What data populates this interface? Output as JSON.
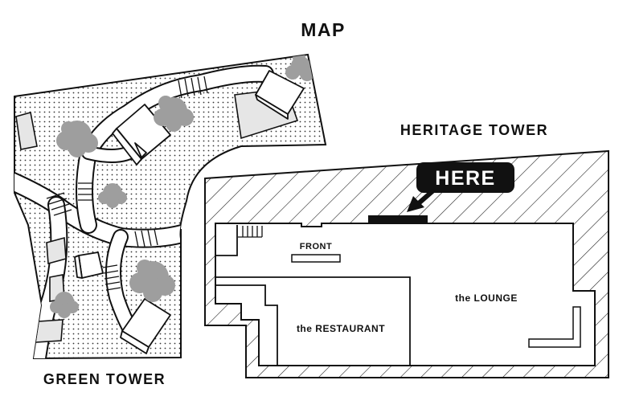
{
  "title": "MAP",
  "labels": {
    "heritage_tower": "HERITAGE TOWER",
    "green_tower": "GREEN TOWER",
    "you_are_here": "HERE",
    "front": "FRONT",
    "restaurant": "the RESTAURANT",
    "lounge": "the LOUNGE"
  },
  "colors": {
    "ink": "#111111",
    "tree": "#9e9e9e",
    "roof": "#e6e6e6",
    "paper": "#ffffff"
  }
}
